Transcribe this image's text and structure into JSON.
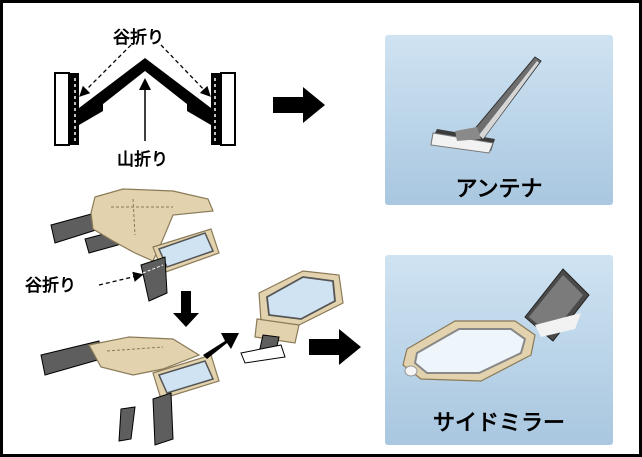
{
  "diagram": {
    "labels": {
      "valley_fold_top": "谷折り",
      "mountain_fold": "山折り",
      "valley_fold_side": "谷折り"
    },
    "results": {
      "antenna": "アンテナ",
      "side_mirror": "サイドミラー"
    },
    "colors": {
      "photo_bg_top": "#c9dff0",
      "photo_bg_bottom": "#9fbfdb",
      "paper_tan": "#e2d2ad",
      "paper_tan_dark": "#c9b78e",
      "tab_gray": "#6b6b6b",
      "mirror_blue": "#cfe3f3"
    }
  }
}
